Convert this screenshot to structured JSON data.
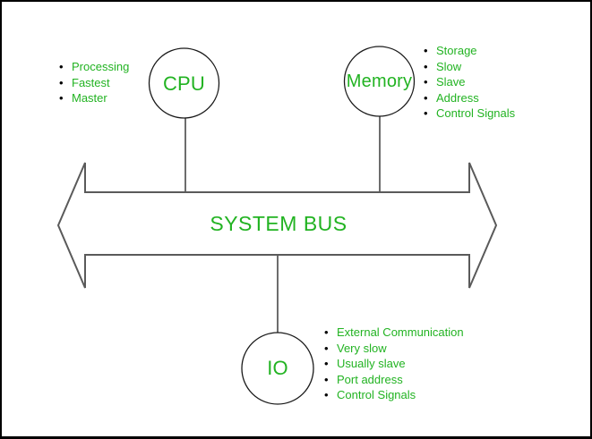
{
  "bus": {
    "label": "SYSTEM BUS"
  },
  "nodes": {
    "cpu": {
      "label": "CPU",
      "notes": [
        "Processing",
        "Fastest",
        "Master"
      ]
    },
    "memory": {
      "label": "Memory",
      "notes": [
        "Storage",
        "Slow",
        "Slave",
        "Address",
        "Control Signals"
      ]
    },
    "io": {
      "label": "IO",
      "notes": [
        "External Communication",
        "Very slow",
        "Usually slave",
        "Port address",
        "Control Signals"
      ]
    }
  },
  "colors": {
    "text_green": "#22b322",
    "bullet_black": "#000000",
    "bus_outline": "#5a5a5a",
    "circle_outline": "#1a1a1a",
    "connector_line": "#3c3c3c",
    "frame_border": "#000000",
    "background": "#ffffff"
  }
}
